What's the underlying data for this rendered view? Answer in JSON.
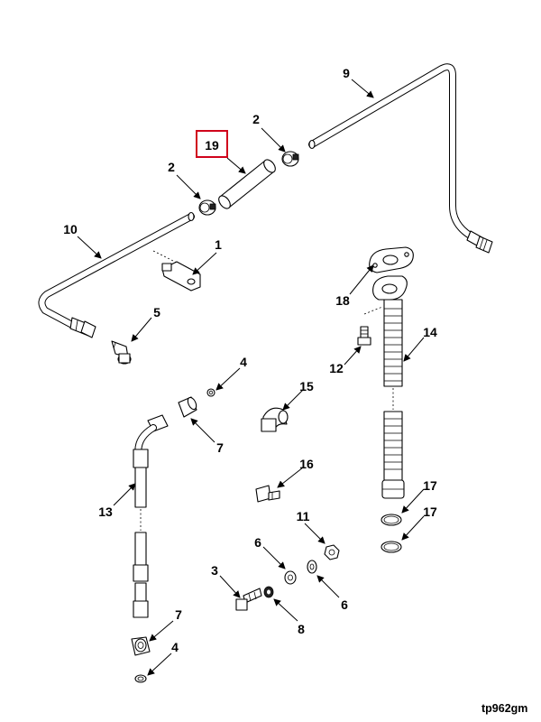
{
  "drawing_code": "tp962gm",
  "highlight_color": "#d0021b",
  "callouts": [
    {
      "id": "c19",
      "text": "19",
      "highlighted": true
    },
    {
      "id": "c2a",
      "text": "2"
    },
    {
      "id": "c2b",
      "text": "2"
    },
    {
      "id": "c9",
      "text": "9"
    },
    {
      "id": "c10",
      "text": "10"
    },
    {
      "id": "c1",
      "text": "1"
    },
    {
      "id": "c18",
      "text": "18"
    },
    {
      "id": "c5",
      "text": "5"
    },
    {
      "id": "c14",
      "text": "14"
    },
    {
      "id": "c12",
      "text": "12"
    },
    {
      "id": "c4a",
      "text": "4"
    },
    {
      "id": "c15",
      "text": "15"
    },
    {
      "id": "c7a",
      "text": "7"
    },
    {
      "id": "c16",
      "text": "16"
    },
    {
      "id": "c13",
      "text": "13"
    },
    {
      "id": "c17a",
      "text": "17"
    },
    {
      "id": "c17b",
      "text": "17"
    },
    {
      "id": "c11",
      "text": "11"
    },
    {
      "id": "c6a",
      "text": "6"
    },
    {
      "id": "c3",
      "text": "3"
    },
    {
      "id": "c6b",
      "text": "6"
    },
    {
      "id": "c8",
      "text": "8"
    },
    {
      "id": "c7b",
      "text": "7"
    },
    {
      "id": "c4b",
      "text": "4"
    }
  ]
}
